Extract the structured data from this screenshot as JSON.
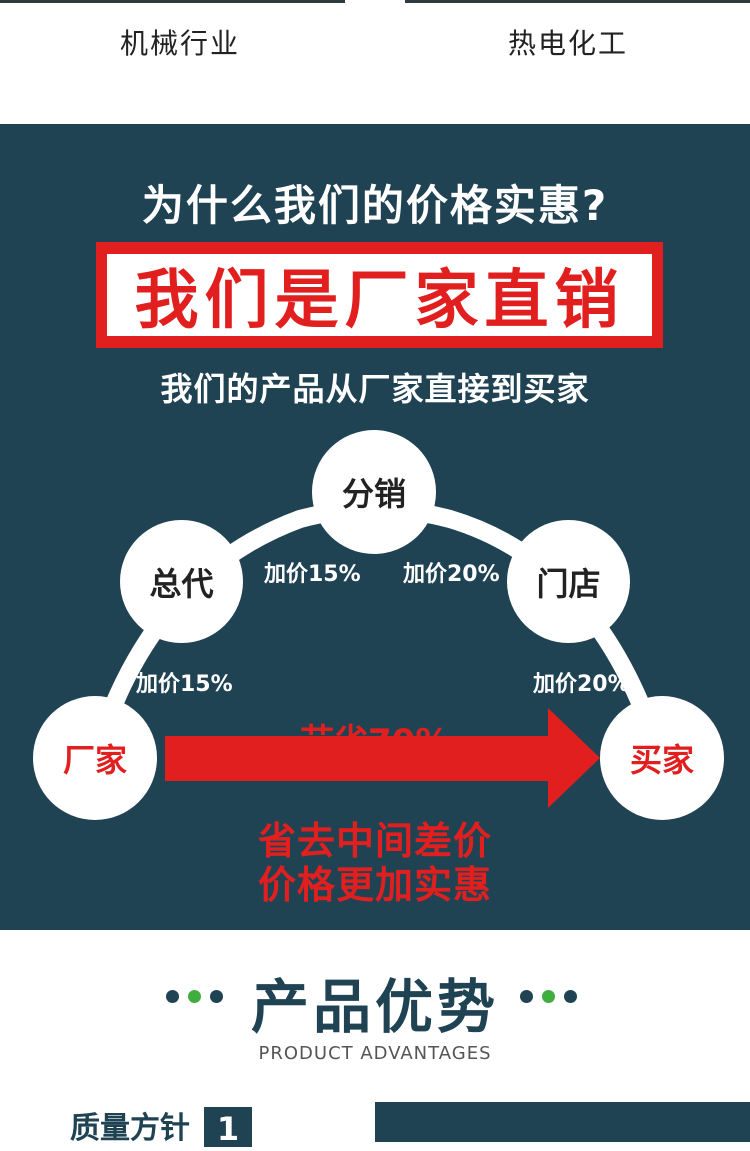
{
  "top": {
    "industries": [
      "机械行业",
      "热电化工"
    ]
  },
  "price_section": {
    "question": "为什么我们的价格实惠?",
    "banner": "我们是厂家直销",
    "subline": "我们的产品从厂家直接到买家",
    "nodes": {
      "factory": "厂家",
      "general_agent": "总代",
      "distribution": "分销",
      "store": "门店",
      "buyer": "买家"
    },
    "markups": {
      "factory_to_agent": "加价15%",
      "agent_to_distribution": "加价15%",
      "distribution_to_store": "加价20%",
      "store_to_buyer": "加价20%"
    },
    "save": "节省70%",
    "bottom_lines": [
      "省去中间差价",
      "价格更加实惠"
    ]
  },
  "advantages": {
    "title": "产品优势",
    "subtitle": "PRODUCT ADVANTAGES",
    "first_item_title": "质量方针",
    "first_item_number": "1"
  },
  "colors": {
    "panel": "#204354",
    "accent_red": "#e21f1f",
    "dot_green": "#3fae3f"
  }
}
